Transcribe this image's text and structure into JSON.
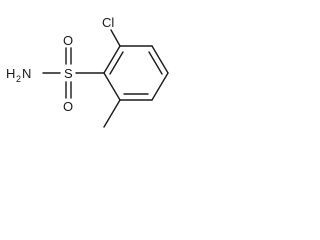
{
  "molecule": {
    "atoms": {
      "chlorine": "Cl",
      "sulfur": "S",
      "oxygen_top": "O",
      "oxygen_bottom": "O",
      "amine_h": "H",
      "amine_sub": "2",
      "amine_n": "N"
    },
    "colors": {
      "bond": "#1a1a1a",
      "label": "#1a1a1a",
      "background": "#ffffff"
    }
  }
}
